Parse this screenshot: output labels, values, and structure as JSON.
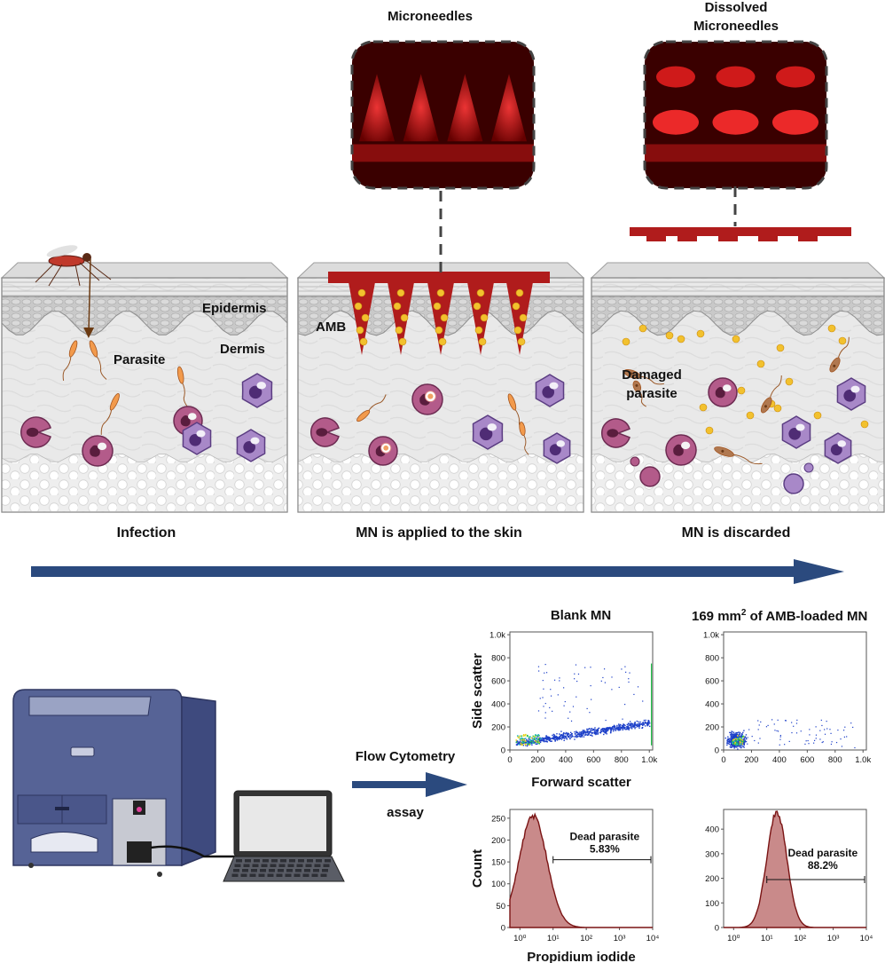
{
  "top_labels": {
    "microneedles": "Microneedles",
    "dissolved_line1": "Dissolved",
    "dissolved_line2": "Microneedles"
  },
  "skin_labels": {
    "epidermis": "Epidermis",
    "dermis": "Dermis",
    "parasite": "Parasite",
    "amb": "AMB",
    "damaged_line1": "Damaged",
    "damaged_line2": "parasite"
  },
  "stage_captions": [
    "Infection",
    "MN is applied to the skin",
    "MN is discarded"
  ],
  "assay": {
    "line1": "Flow Cytometry",
    "line2": "assay"
  },
  "plot_titles": {
    "blank": "Blank MN",
    "amb_prefix": "169 mm",
    "amb_sup": "2",
    "amb_suffix": " of AMB-loaded MN"
  },
  "colors": {
    "arrow": "#2b4a7e",
    "mn": "#b01c1c",
    "drug": "#f2c12e",
    "histo": "#c98a8a",
    "histo_edge": "#7a1414"
  },
  "chart_data": [
    {
      "type": "scatter",
      "name": "Blank MN scatter",
      "xlabel": "Forward scatter",
      "ylabel": "Side scatter",
      "xlim": [
        0,
        1024
      ],
      "ylim": [
        0,
        1024
      ],
      "x_ticks": [
        "0",
        "200",
        "400",
        "600",
        "800",
        "1.0k"
      ],
      "y_ticks": [
        "0",
        "200",
        "400",
        "600",
        "800",
        "1.0k"
      ],
      "cloud": {
        "x_start": 40,
        "x_end": 1000,
        "y_start": 60,
        "y_end": 240
      }
    },
    {
      "type": "scatter",
      "name": "AMB-loaded MN scatter",
      "xlabel": "",
      "ylabel": "",
      "xlim": [
        0,
        1024
      ],
      "ylim": [
        0,
        1024
      ],
      "x_ticks": [
        "0",
        "200",
        "400",
        "600",
        "800",
        "1.0k"
      ],
      "y_ticks": [
        "0",
        "200",
        "400",
        "600",
        "800",
        "1.0k"
      ],
      "cloud": {
        "x_center": 90,
        "y_center": 90
      }
    },
    {
      "type": "area",
      "name": "Blank MN histogram",
      "xlabel": "Propidium iodide",
      "ylabel": "Count",
      "xscale": "log",
      "xlim": [
        0.5,
        10000
      ],
      "ylim": [
        0,
        270
      ],
      "x_ticks": [
        "10⁰",
        "10¹",
        "10²",
        "10³",
        "10⁴"
      ],
      "y_ticks": [
        "0",
        "50",
        "100",
        "150",
        "200",
        "250"
      ],
      "peak_x": 2.5,
      "peak_y": 255,
      "gate": {
        "label": "Dead parasite",
        "value": "5.83%",
        "from": 10,
        "to": 10000
      }
    },
    {
      "type": "area",
      "name": "AMB-loaded MN histogram",
      "xlabel": "",
      "ylabel": "",
      "xscale": "log",
      "xlim": [
        0.5,
        10000
      ],
      "ylim": [
        0,
        480
      ],
      "x_ticks": [
        "10⁰",
        "10¹",
        "10²",
        "10³",
        "10⁴"
      ],
      "y_ticks": [
        "0",
        "100",
        "200",
        "300",
        "400"
      ],
      "peak_x": 20,
      "peak_y": 470,
      "gate": {
        "label": "Dead parasite",
        "value": "88.2%",
        "from": 10,
        "to": 10000
      }
    }
  ]
}
